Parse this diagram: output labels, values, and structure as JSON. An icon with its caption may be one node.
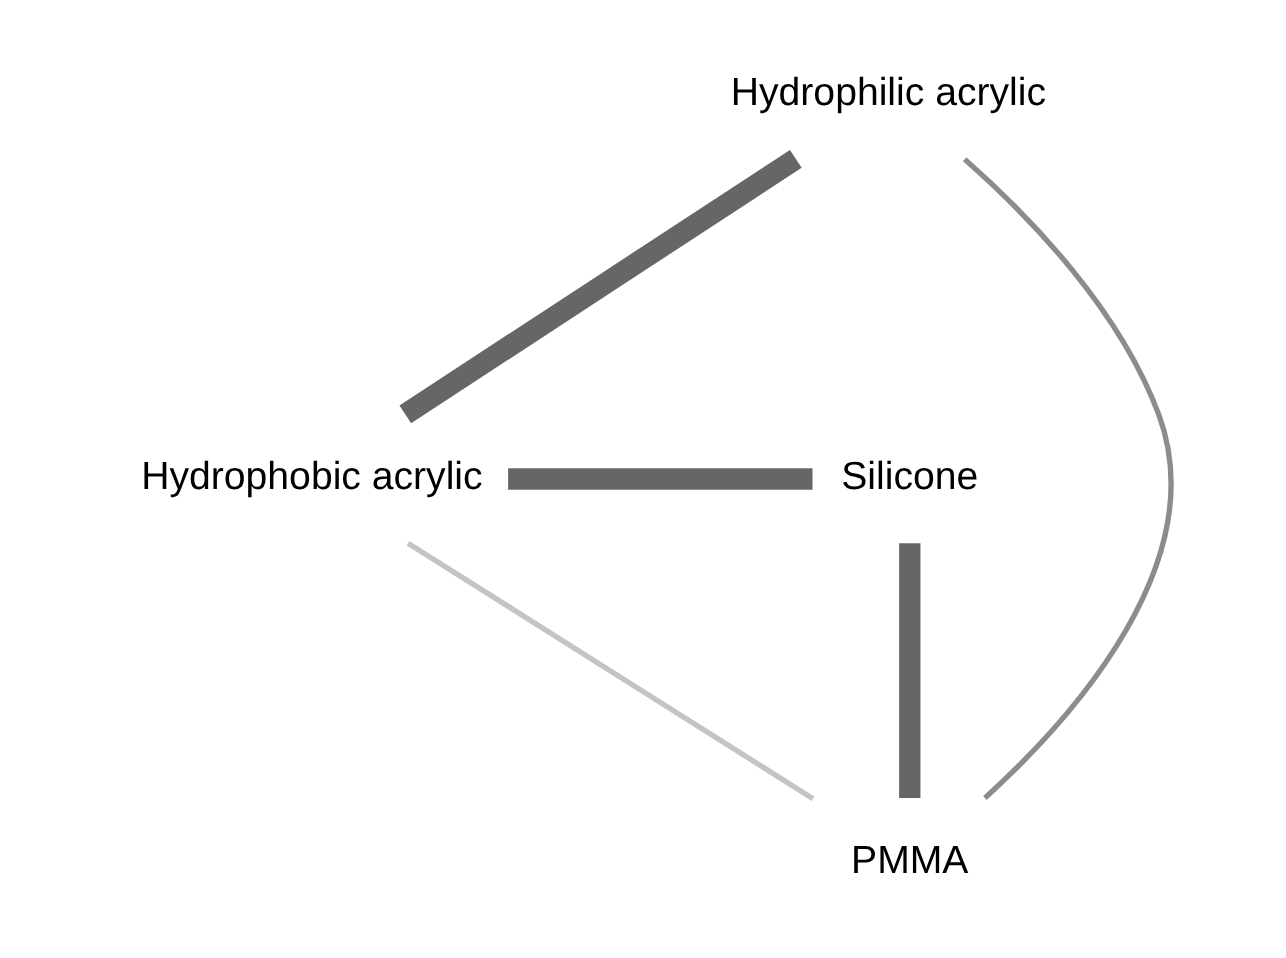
{
  "diagram": {
    "nodes": [
      {
        "text": [
          "Hydrophilic acrylic"
        ]
      },
      {
        "text": [
          "Hydrophobic acrylic"
        ]
      },
      {
        "text": [
          "Silicone"
        ]
      },
      {
        "text": [
          "PMMA"
        ]
      }
    ],
    "edges": [
      {
        "from": 0,
        "to": 1,
        "arrow": "none"
      },
      {
        "from": 0,
        "to": 3,
        "arrow": "none",
        "color": "#8c8c8c"
      },
      {
        "from": 1,
        "to": 2,
        "arrow": "none"
      },
      {
        "from": 1,
        "to": 3,
        "arrow": "none",
        "color": "#c4c4c4"
      },
      {
        "from": 2,
        "to": 3,
        "arrow": "none"
      }
    ]
  }
}
